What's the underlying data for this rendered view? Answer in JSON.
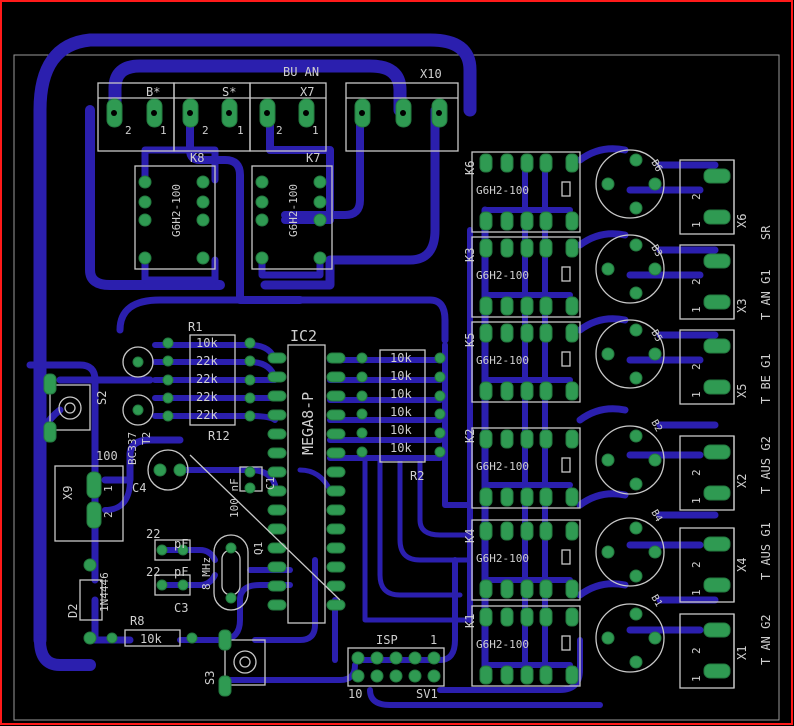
{
  "colors": {
    "background": "#000000",
    "frame": "#ff1a1a",
    "copper_trace": "#2b1fae",
    "pad": "#2f9a52",
    "silkscreen": "#c8c8c8"
  },
  "labels": {
    "ic2": "IC2",
    "mcu": "MEGA8-P",
    "bu_an": "BU AN",
    "b_star": "B*",
    "s_star": "S*",
    "x7": "X7",
    "x10": "X10",
    "k8": "K8",
    "k7": "K7",
    "relay_type": "G6H2-100",
    "r1": "R1",
    "r12": "R12",
    "r2": "R2",
    "r8": "R8",
    "res_10k": "10k",
    "res_22k": "22k",
    "c4": "C4",
    "c4_val": "100",
    "c1": "C1",
    "c1_val": "100 nF",
    "c3": "C3",
    "c3_val": "22",
    "pf": "pF",
    "q1": "Q1",
    "crystal": "8 MHz",
    "d2": "D2",
    "diode": "1N4446",
    "x9": "X9",
    "s2": "S2",
    "s3": "S3",
    "transistor": "BC337",
    "t2": "T2",
    "isp": "ISP",
    "sv1": "SV1",
    "isp_1": "1",
    "isp_10": "10",
    "pin1": "1",
    "pin2": "2",
    "k6": "K6",
    "k3": "K3",
    "k5": "K5",
    "k2": "K2",
    "k4": "K4",
    "k1": "K1",
    "x6": "X6",
    "x3": "X3",
    "x5": "X5",
    "x2": "X2",
    "x4": "X4",
    "x1": "X1",
    "x6_desc": "SR",
    "x3_desc": "T AN G1",
    "x5_desc": "T BE G1",
    "x2_desc": "T AUS G2",
    "x4_desc": "T AUS G1",
    "x1_desc": "T AN G2",
    "b6": "B6",
    "b3": "B3",
    "b5": "B5",
    "b2": "B2",
    "b4": "B4",
    "b1": "B1"
  }
}
